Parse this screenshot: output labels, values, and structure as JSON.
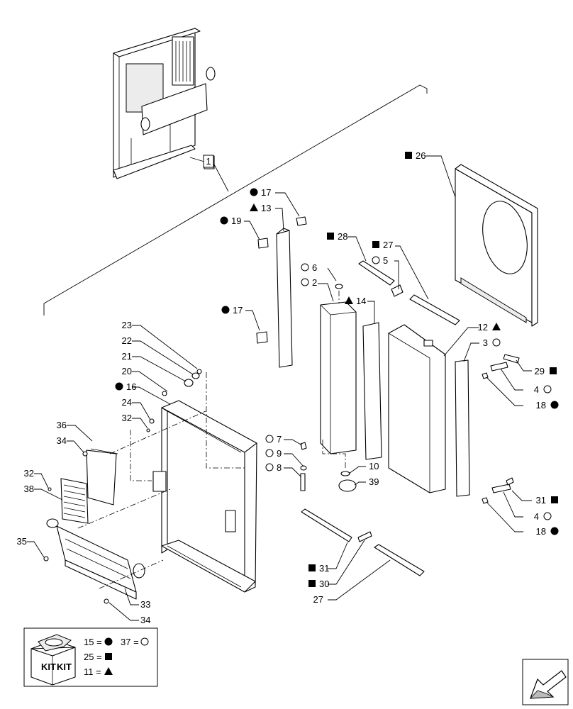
{
  "diagram": {
    "group_label": "1",
    "callouts": [
      {
        "id": "c17a",
        "label": "17",
        "marker": "circle-filled"
      },
      {
        "id": "c13",
        "label": "13",
        "marker": "triangle"
      },
      {
        "id": "c19",
        "label": "19",
        "marker": "circle-filled"
      },
      {
        "id": "c17b",
        "label": "17",
        "marker": "circle-filled"
      },
      {
        "id": "c28",
        "label": "28",
        "marker": "square"
      },
      {
        "id": "c27a",
        "label": "27",
        "marker": "square"
      },
      {
        "id": "c5",
        "label": "5",
        "marker": "circle-open"
      },
      {
        "id": "c6",
        "label": "6",
        "marker": "circle-open"
      },
      {
        "id": "c2",
        "label": "2",
        "marker": "circle-open"
      },
      {
        "id": "c14",
        "label": "14",
        "marker": "triangle"
      },
      {
        "id": "c26",
        "label": "26",
        "marker": "square"
      },
      {
        "id": "c12",
        "label": "12",
        "marker": "triangle"
      },
      {
        "id": "c3",
        "label": "3",
        "marker": "circle-open"
      },
      {
        "id": "c29",
        "label": "29",
        "marker": "square"
      },
      {
        "id": "c4a",
        "label": "4",
        "marker": "circle-open"
      },
      {
        "id": "c18a",
        "label": "18",
        "marker": "circle-filled"
      },
      {
        "id": "c31a",
        "label": "31",
        "marker": "square"
      },
      {
        "id": "c4b",
        "label": "4",
        "marker": "circle-open"
      },
      {
        "id": "c18b",
        "label": "18",
        "marker": "circle-filled"
      },
      {
        "id": "c23",
        "label": "23",
        "marker": ""
      },
      {
        "id": "c22",
        "label": "22",
        "marker": ""
      },
      {
        "id": "c21",
        "label": "21",
        "marker": ""
      },
      {
        "id": "c20",
        "label": "20",
        "marker": ""
      },
      {
        "id": "c16",
        "label": "16",
        "marker": "circle-filled"
      },
      {
        "id": "c24",
        "label": "24",
        "marker": ""
      },
      {
        "id": "c32a",
        "label": "32",
        "marker": ""
      },
      {
        "id": "c36",
        "label": "36",
        "marker": ""
      },
      {
        "id": "c34a",
        "label": "34",
        "marker": ""
      },
      {
        "id": "c32b",
        "label": "32",
        "marker": ""
      },
      {
        "id": "c38",
        "label": "38",
        "marker": ""
      },
      {
        "id": "c35",
        "label": "35",
        "marker": ""
      },
      {
        "id": "c33",
        "label": "33",
        "marker": ""
      },
      {
        "id": "c34b",
        "label": "34",
        "marker": ""
      },
      {
        "id": "c7",
        "label": "7",
        "marker": "circle-open"
      },
      {
        "id": "c9",
        "label": "9",
        "marker": "circle-open"
      },
      {
        "id": "c8",
        "label": "8",
        "marker": "circle-open"
      },
      {
        "id": "c10",
        "label": "10",
        "marker": ""
      },
      {
        "id": "c39",
        "label": "39",
        "marker": ""
      },
      {
        "id": "c31b",
        "label": "31",
        "marker": "square"
      },
      {
        "id": "c30",
        "label": "30",
        "marker": "square"
      },
      {
        "id": "c27b",
        "label": "27",
        "marker": ""
      }
    ]
  },
  "kit_legend": {
    "badge_text_left": "KIT",
    "badge_text_right": "KIT",
    "rows": [
      {
        "kit": "15",
        "eq": "=",
        "marker": "circle-filled",
        "kit2": "37",
        "eq2": "=",
        "marker2": "circle-open"
      },
      {
        "kit": "25",
        "eq": "=",
        "marker": "square"
      },
      {
        "kit": "11",
        "eq": "=",
        "marker": "triangle"
      }
    ]
  },
  "nav": {
    "icon": "arrow-back-icon"
  }
}
